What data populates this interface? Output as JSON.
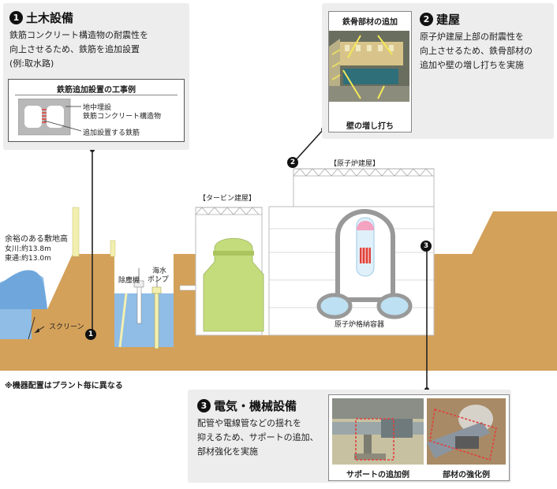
{
  "panel1": {
    "number": "1",
    "title": "土木設備",
    "desc": [
      "鉄筋コンクリート構造物の耐震性を",
      "向上させるため、鉄筋を追加設置",
      "(例:取水路)"
    ],
    "inset_title": "鉄筋追加設置の工事例",
    "label_underground": "地中埋設",
    "label_rc": "鉄筋コンクリート構造物",
    "label_rebar": "追加設置する鉄筋"
  },
  "panel2": {
    "number": "2",
    "title": "建屋",
    "desc": [
      "原子炉建屋上部の耐震性を",
      "向上させるため、鉄骨部材の",
      "追加や壁の増し打ちを実施"
    ],
    "label_steel": "鉄骨部材の追加",
    "label_wall": "壁の増し打ち"
  },
  "panel3": {
    "number": "3",
    "title": "電気・機械設備",
    "desc": [
      "配管や電線管などの揺れを",
      "抑えるため、サポートの追加、",
      "部材強化を実施"
    ],
    "caption_support": "サポートの追加例",
    "caption_strengthen": "部材の強化例"
  },
  "diagram": {
    "reactor_building": "【原子炉建屋】",
    "turbine_building": "【タービン建屋】",
    "containment": "原子炉格納容器",
    "dust_remover": "除塵機",
    "seawater_pump": "海水\nポンプ",
    "seawater_pump_l1": "海水",
    "seawater_pump_l2": "ポンプ",
    "screen": "スクリーン",
    "site_height_title": "余裕のある敷地高",
    "onagawa": "女川:約13.8m",
    "higashidori": "東通:約13.0m",
    "marker1": "1",
    "marker2": "2",
    "marker3": "3"
  },
  "note": "※機器配置はプラント毎に異なる",
  "colors": {
    "ground": "#d4a15a",
    "water": "#8fbde6",
    "turbine_green": "#c4dc7c",
    "reactor_pink": "#f4a3c0",
    "panel_bg": "#ededed",
    "rebar_red": "#e0413b"
  }
}
